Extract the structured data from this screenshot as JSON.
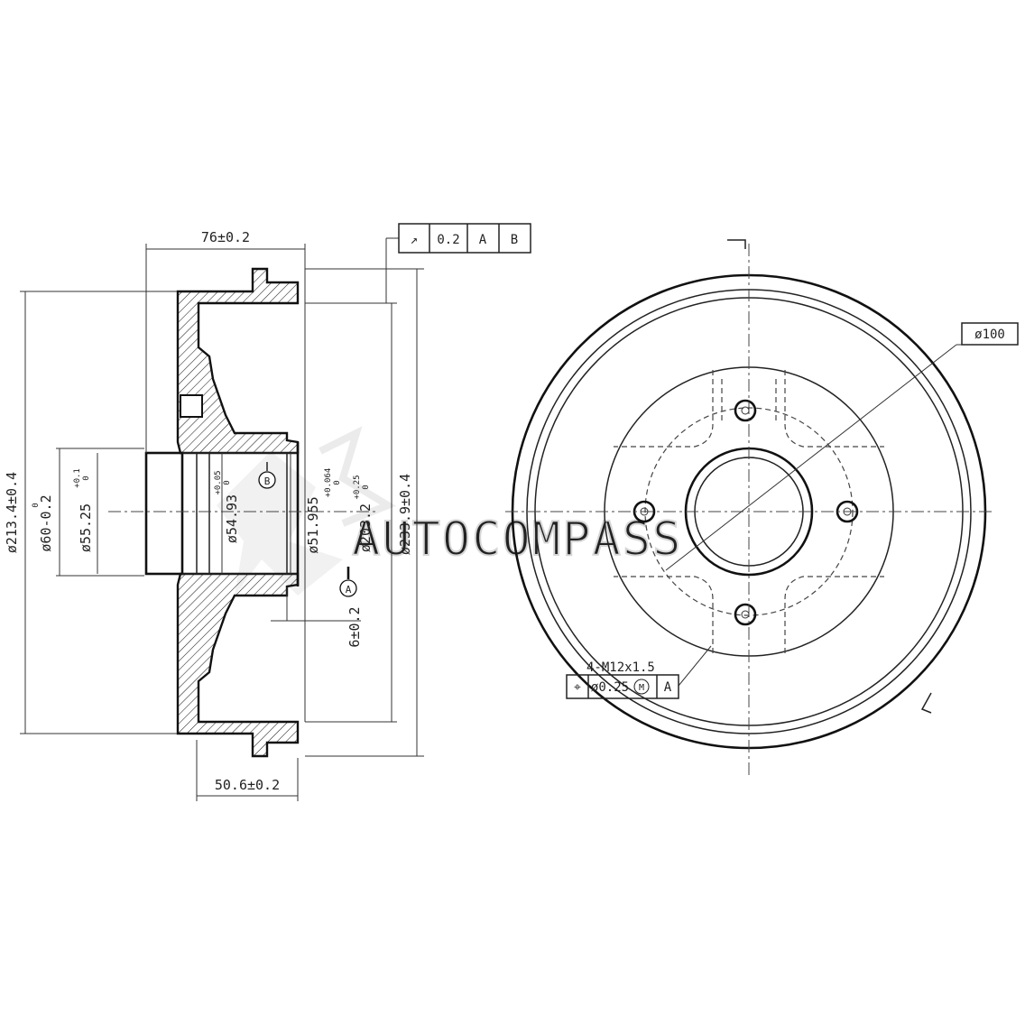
{
  "watermark": {
    "text": "AUTOCOMPASS"
  },
  "side_view": {
    "dims": {
      "width_76": "76±0.2",
      "width_506": "50.6±0.2",
      "dia_2134": "ø213.4±0.4",
      "dia_60": "ø60-0.2",
      "dia_60_tol": "0",
      "dia_5525": "ø55.25",
      "dia_5525_tol_top": "+0.1",
      "dia_5525_tol_bot": "0",
      "dia_5493": "ø54.93",
      "dia_5493_tol_top": "+0.05",
      "dia_5493_tol_bot": "0",
      "dia_51955": "ø51.955",
      "dia_51955_tol_top": "+0.064",
      "dia_51955_tol_bot": "0",
      "dia_2032": "ø203.2",
      "dia_2032_tol_top": "+0.25",
      "dia_2032_tol_bot": "0",
      "dia_2339": "ø233.9±0.4",
      "offset_6": "6±0.2"
    },
    "datums": {
      "a": "A",
      "b": "B"
    },
    "runout_frame": {
      "symbol": "↗",
      "tolerance": "0.2",
      "datum1": "A",
      "datum2": "B"
    }
  },
  "front_view": {
    "pcd": "ø100",
    "thread_note": "4-M12x1.5",
    "position_frame": {
      "symbol": "⌖",
      "tolerance": "ø0.25",
      "modifier": "M",
      "datum": "A"
    }
  }
}
